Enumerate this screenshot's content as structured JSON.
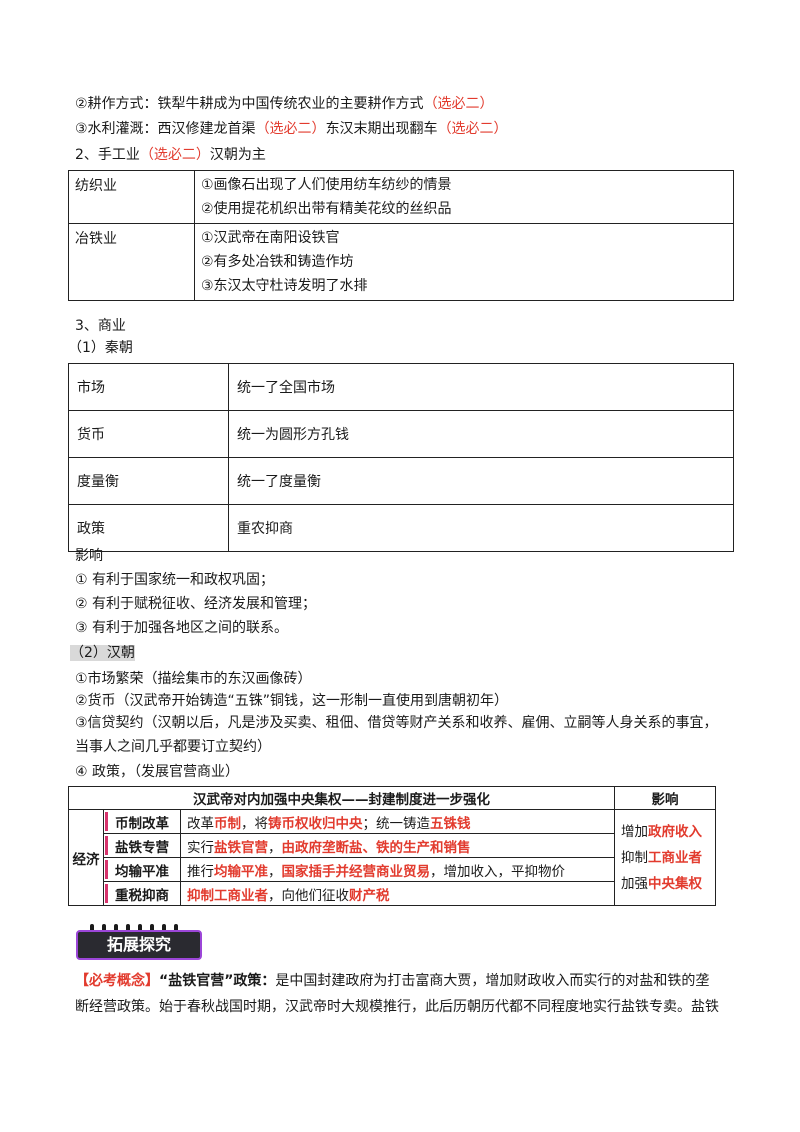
{
  "agri": {
    "plow_prefix": "②耕作方式：铁犁牛耕成为中国传统农业的主要耕作方式",
    "plow_tag": "（选必二）",
    "water_prefix": "③水利灌溉：西汉修建龙首渠",
    "water_tag": "（选必二）",
    "water_mid": "东汉末期出现翻车",
    "water_tag2": "（选必二）"
  },
  "handicraft": {
    "heading_prefix": "2、手工业",
    "heading_tag": "（选必二）",
    "heading_suffix": "汉朝为主",
    "rows": [
      {
        "key": "纺织业",
        "items": [
          "①画像石出现了人们使用纺车纺纱的情景",
          "②使用提花机织出带有精美花纹的丝织品"
        ]
      },
      {
        "key": "冶铁业",
        "items": [
          "①汉武帝在南阳设铁官",
          "②有多处冶铁和铸造作坊",
          "③东汉太守杜诗发明了水排"
        ]
      }
    ]
  },
  "commerce": {
    "heading": "3、商业",
    "qin_heading": "（1）秦朝",
    "qin_rows": [
      {
        "key": "市场",
        "value": "统一了全国市场"
      },
      {
        "key": "货币",
        "value": "统一为圆形方孔钱"
      },
      {
        "key": "度量衡",
        "value": "统一了度量衡"
      },
      {
        "key": "政策",
        "value": "重农抑商"
      }
    ],
    "impact_title": "影响",
    "impacts": [
      "①  有利于国家统一和政权巩固；",
      "②  有利于赋税征收、经济发展和管理；",
      "③    有利于加强各地区之间的联系。"
    ],
    "han_heading": "（2）汉朝",
    "han_points": [
      "①市场繁荣（描绘集市的东汉画像砖）",
      "②货币（汉武帝开始铸造“五铢”铜钱，这一形制一直使用到唐朝初年）",
      "③信贷契约（汉朝以后，凡是涉及买卖、租佃、借贷等财产关系和收养、雇佣、立嗣等人身关系的事宜，",
      "当事人之间几乎都要订立契约）",
      "④  政策，（发展官营商业）"
    ]
  },
  "policy_table": {
    "title": "汉武帝对内加强中央集权——封建制度进一步强化",
    "impact_header": "影响",
    "category": "经济",
    "rows": [
      {
        "item": "币制改革",
        "parts": [
          [
            "改革",
            ""
          ],
          [
            "币制",
            "red"
          ],
          [
            "，将",
            ""
          ],
          [
            "铸币权收归中央",
            "red"
          ],
          [
            "；统一铸造",
            ""
          ],
          [
            "五铢钱",
            "red"
          ]
        ]
      },
      {
        "item": "盐铁专营",
        "parts": [
          [
            "实行",
            ""
          ],
          [
            "盐铁官营",
            "red"
          ],
          [
            "，",
            ""
          ],
          [
            "由政府垄断盐、铁的生产和销售",
            "red"
          ]
        ]
      },
      {
        "item": "均输平准",
        "parts": [
          [
            "推行",
            ""
          ],
          [
            "均输平准",
            "red"
          ],
          [
            "，",
            ""
          ],
          [
            "国家插手并经营商业贸易",
            "red"
          ],
          [
            "，增加收入，平抑物价",
            ""
          ]
        ]
      },
      {
        "item": "重税抑商",
        "parts": [
          [
            "抑制工商业者",
            "red"
          ],
          [
            "，向他们征收",
            ""
          ],
          [
            "财产税",
            "red"
          ]
        ]
      }
    ],
    "effects": [
      [
        [
          "增加",
          ""
        ],
        [
          "政府收入",
          "red"
        ]
      ],
      [
        [
          "抑制",
          ""
        ],
        [
          "工商业者",
          "red"
        ]
      ],
      [
        [
          "加强",
          ""
        ],
        [
          "中央集权",
          "red"
        ]
      ]
    ]
  },
  "badge": {
    "label": "拓展探究"
  },
  "concept": {
    "tag": "【必考概念】",
    "term": "“盐铁官营”政策：",
    "line1": "是中国封建政府为打击富商大贾，增加财政收入而实行的对盐和铁的垄",
    "line2": "断经营政策。始于春秋战国时期，汉武帝时大规模推行，此后历朝历代都不同程度地实行盐铁专卖。盐铁"
  }
}
